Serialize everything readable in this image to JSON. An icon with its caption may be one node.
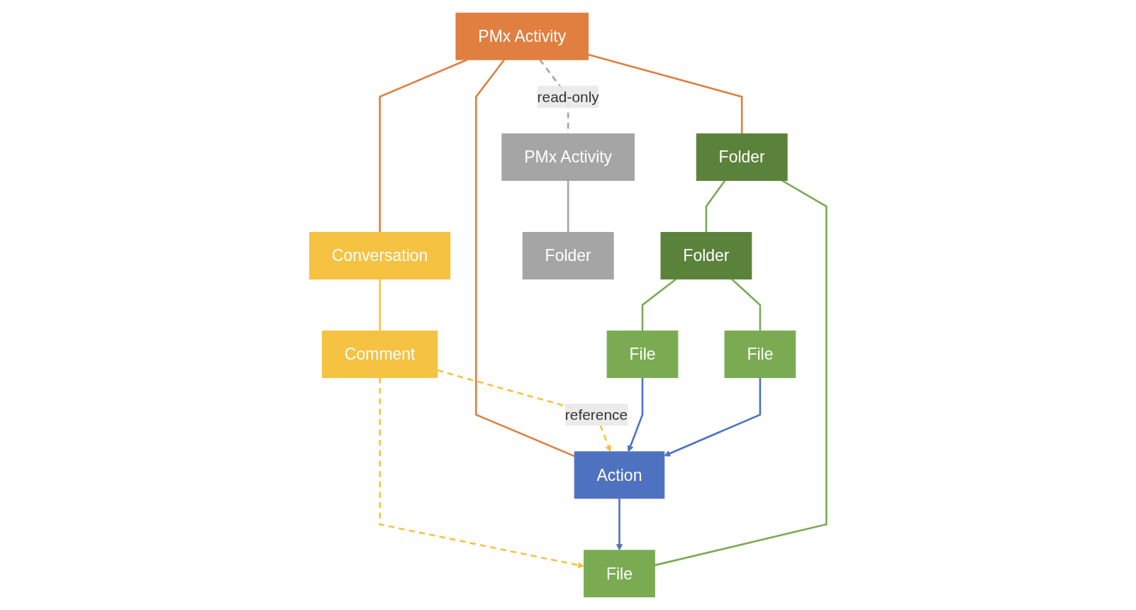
{
  "diagram": {
    "nodes": [
      {
        "text": [
          "PMx Activity"
        ]
      },
      {
        "text": [
          "Conversation"
        ]
      },
      {
        "text": [
          "Action"
        ]
      },
      {
        "text": [
          "Folder"
        ]
      },
      {
        "text": [
          "PMx Activity"
        ]
      },
      {
        "text": [
          "Comment"
        ]
      },
      {
        "text": [
          "File"
        ]
      },
      {
        "text": [
          "Folder"
        ]
      },
      {
        "text": [
          "Folder"
        ]
      },
      {
        "text": [
          "File"
        ]
      },
      {
        "text": [
          "File"
        ]
      }
    ],
    "edges": [
      {
        "from": 0,
        "to": 1,
        "arrow": "none",
        "color": "#e07f3f"
      },
      {
        "from": 0,
        "to": 2,
        "arrow": "none",
        "color": "#e07f3f"
      },
      {
        "from": 0,
        "to": 3,
        "arrow": "none",
        "color": "#e07f3f"
      },
      {
        "from": 0,
        "to": 4,
        "arrow": "none",
        "label": "read-only",
        "style": "dashed",
        "color": "#a5a5a5"
      },
      {
        "from": 1,
        "to": 5,
        "arrow": "none",
        "color": "#f5c242"
      },
      {
        "from": 5,
        "to": 2,
        "arrow": "to",
        "label": "reference",
        "style": "dashed",
        "color": "#f5c242"
      },
      {
        "from": 5,
        "to": 6,
        "arrow": "to",
        "style": "dashed",
        "color": "#f5c242"
      },
      {
        "from": 2,
        "to": 6,
        "arrow": "to",
        "color": "#4f72c0"
      },
      {
        "from": 3,
        "to": 6,
        "arrow": "none",
        "color": "#7aab52"
      },
      {
        "from": 3,
        "to": 7,
        "arrow": "none",
        "color": "#7aab52"
      },
      {
        "from": 4,
        "to": 8,
        "arrow": "none",
        "color": "#a5a5a5"
      },
      {
        "from": 7,
        "to": 9,
        "arrow": "none",
        "color": "#7aab52"
      },
      {
        "from": 7,
        "to": 10,
        "arrow": "none",
        "color": "#7aab52"
      },
      {
        "from": 9,
        "to": 2,
        "arrow": "to",
        "color": "#4f72c0"
      },
      {
        "from": 10,
        "to": 2,
        "arrow": "to",
        "color": "#4f72c0"
      }
    ]
  }
}
